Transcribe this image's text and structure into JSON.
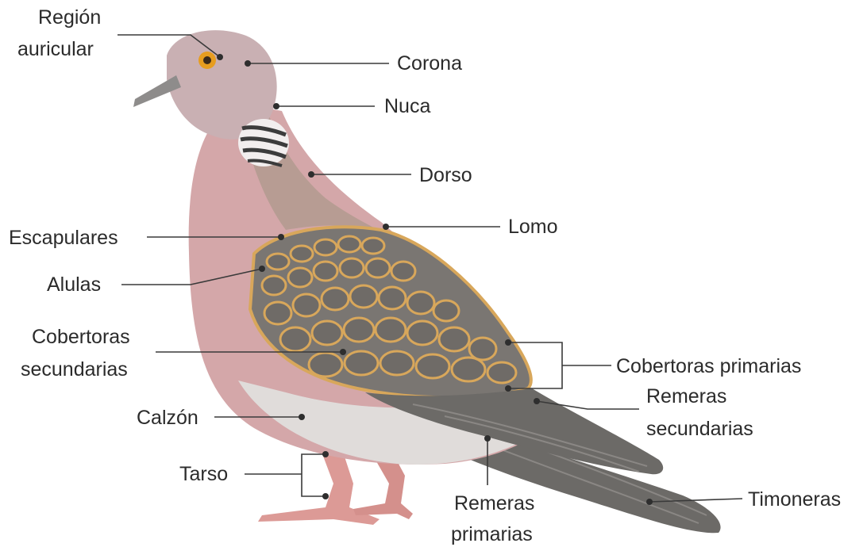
{
  "diagram": {
    "labels": {
      "region_auricular_1": "Región",
      "region_auricular_2": "auricular",
      "corona": "Corona",
      "nuca": "Nuca",
      "dorso": "Dorso",
      "lomo": "Lomo",
      "escapulares": "Escapulares",
      "alulas": "Alulas",
      "cobertoras_secundarias_1": "Cobertoras",
      "cobertoras_secundarias_2": "secundarias",
      "cobertoras_primarias": "Cobertoras primarias",
      "calzon": "Calzón",
      "remeras_secundarias_1": "Remeras",
      "remeras_secundarias_2": "secundarias",
      "tarso": "Tarso",
      "remeras_primarias_1": "Remeras",
      "remeras_primarias_2": "primarias",
      "timoneras": "Timoneras"
    },
    "colors": {
      "head": "#c9b0b3",
      "breast": "#d4a7a9",
      "back": "#b79c93",
      "belly": "#e0dcda",
      "wing_dark": "#7a7672",
      "wing_edge": "#d8a75b",
      "flight_feathers": "#6c6a67",
      "legs": "#dc9a96",
      "eye": "#e79d1f",
      "beak": "#8e8c8b"
    }
  }
}
